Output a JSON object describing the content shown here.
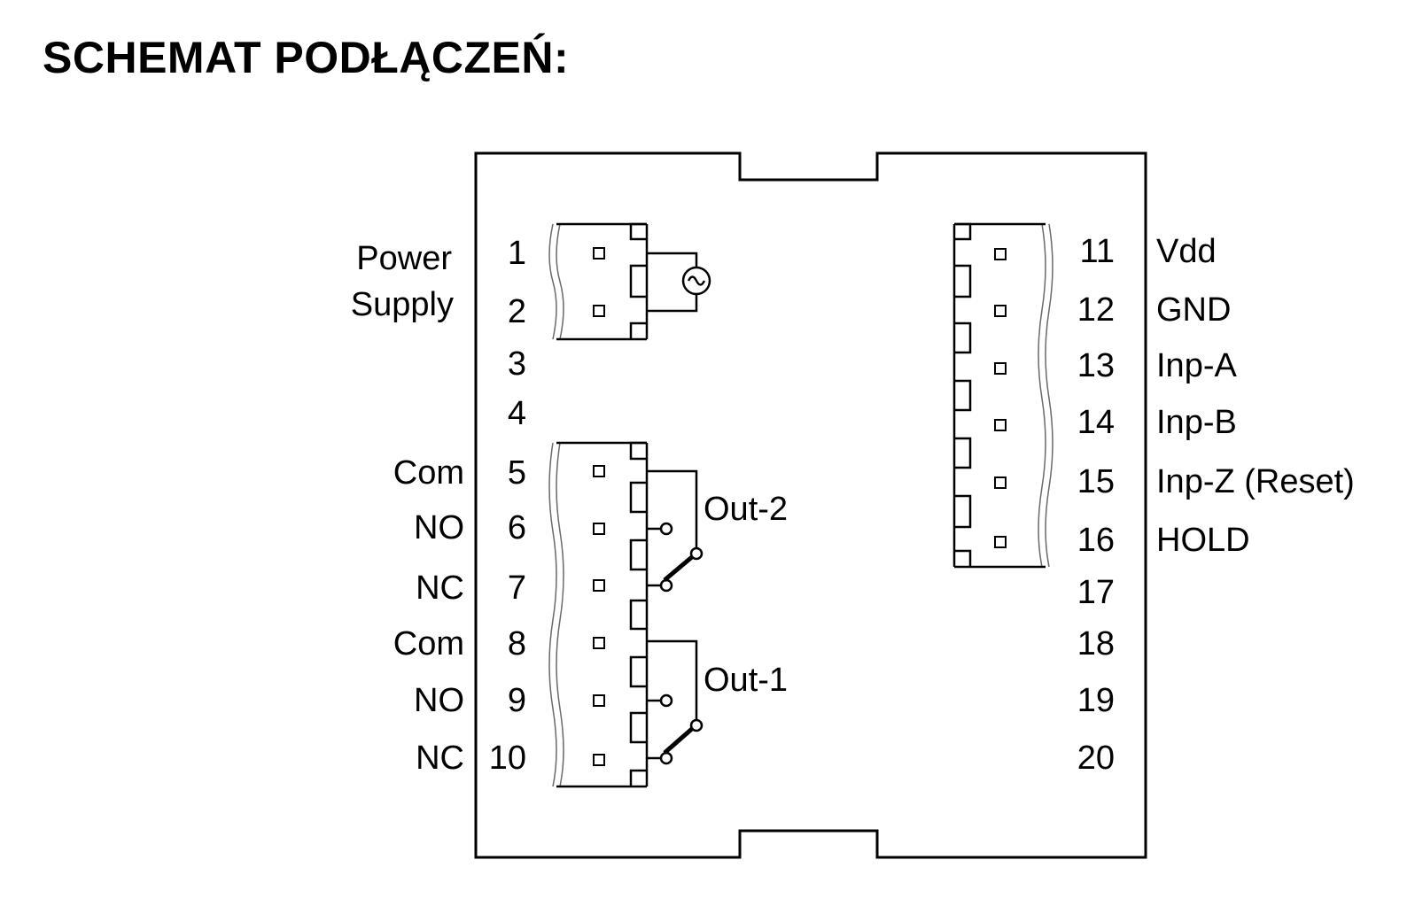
{
  "title": "SCHEMAT PODŁĄCZEŃ:",
  "power_supply": {
    "line1": "Power",
    "line2": "Supply"
  },
  "left_terminals": [
    {
      "num": "1",
      "label": ""
    },
    {
      "num": "2",
      "label": ""
    },
    {
      "num": "3",
      "label": ""
    },
    {
      "num": "4",
      "label": ""
    },
    {
      "num": "5",
      "label": "Com"
    },
    {
      "num": "6",
      "label": "NO"
    },
    {
      "num": "7",
      "label": "NC"
    },
    {
      "num": "8",
      "label": "Com"
    },
    {
      "num": "9",
      "label": "NO"
    },
    {
      "num": "10",
      "label": "NC"
    }
  ],
  "right_terminals": [
    {
      "num": "11",
      "label": "Vdd"
    },
    {
      "num": "12",
      "label": "GND"
    },
    {
      "num": "13",
      "label": "Inp-A"
    },
    {
      "num": "14",
      "label": "Inp-B"
    },
    {
      "num": "15",
      "label": "Inp-Z (Reset)"
    },
    {
      "num": "16",
      "label": "HOLD"
    },
    {
      "num": "17",
      "label": ""
    },
    {
      "num": "18",
      "label": ""
    },
    {
      "num": "19",
      "label": ""
    },
    {
      "num": "20",
      "label": ""
    }
  ],
  "relays": {
    "out2": "Out-2",
    "out1": "Out-1"
  }
}
